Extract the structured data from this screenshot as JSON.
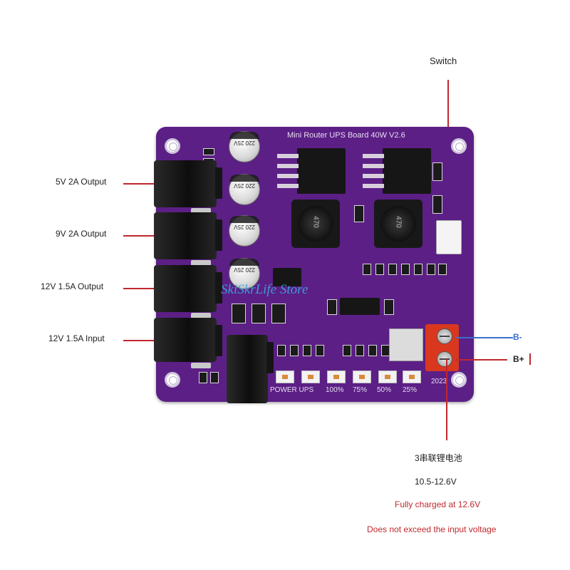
{
  "board": {
    "title": "Mini Router UPS Board 40W V2.6",
    "year": "2023",
    "silk_status": "POWER UPS",
    "levels": [
      "100%",
      "75%",
      "50%",
      "25%"
    ],
    "cap_label": "220 25V",
    "inductor_label": "470"
  },
  "callouts": {
    "switch": "Switch",
    "out_5v": "5V 2A Output",
    "out_9v": "9V 2A Output",
    "out_12v": "12V 1.5A Output",
    "in_12v": "12V 1.5A Input",
    "b_minus": "B-",
    "b_plus": "B+"
  },
  "battery": {
    "type": "3串联锂电池",
    "range": "10.5-12.6V",
    "full": "Fully charged at 12.6V",
    "warning": "Does not exceed the input voltage"
  },
  "watermark": "SkiSkrLife Store",
  "colors": {
    "board": "#5c1f86",
    "callout_line": "#c0282d",
    "terminal": "#d9381e",
    "watermark": "#3aa7e0"
  }
}
